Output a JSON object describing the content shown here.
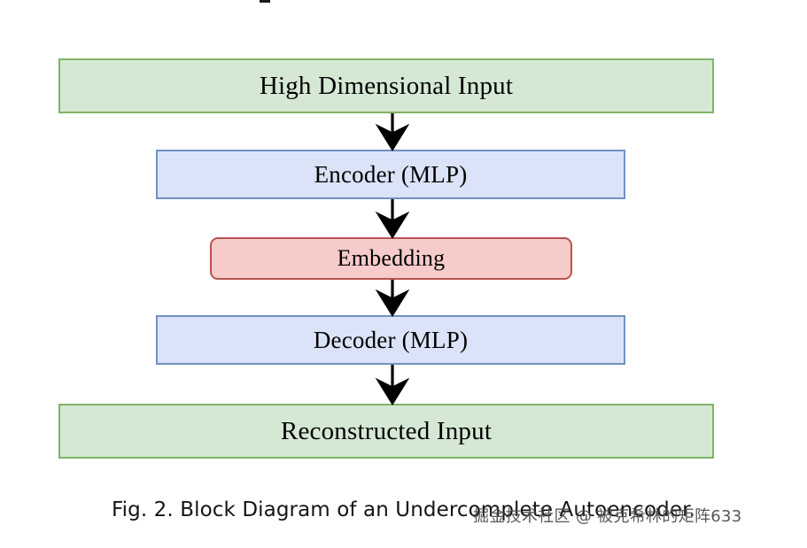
{
  "figure": {
    "type": "block-diagram",
    "title": "Undercomplete Autoencoder block diagram",
    "caption": "Fig. 2.  Block Diagram of an Undercomplete Autoencoder.",
    "background_color": "#ffffff",
    "nodes": [
      {
        "id": "high-dimensional-input",
        "label": "High Dimensional Input",
        "shape": "rectangle",
        "fill": "#d5e8d4",
        "stroke": "#82b366"
      },
      {
        "id": "encoder",
        "label": "Encoder (MLP)",
        "shape": "rectangle",
        "fill": "#dae3f7",
        "stroke": "#7291c4"
      },
      {
        "id": "embedding",
        "label": "Embedding",
        "shape": "rounded-rectangle",
        "fill": "#f5ccca",
        "stroke": "#b85450"
      },
      {
        "id": "decoder",
        "label": "Decoder (MLP)",
        "shape": "rectangle",
        "fill": "#dae3f7",
        "stroke": "#7291c4"
      },
      {
        "id": "reconstructed-input",
        "label": "Reconstructed Input",
        "shape": "rectangle",
        "fill": "#d5e8d4",
        "stroke": "#82b366"
      }
    ],
    "edges": [
      {
        "from": "high-dimensional-input",
        "to": "encoder",
        "style": "solid-arrow",
        "color": "#000000"
      },
      {
        "from": "encoder",
        "to": "embedding",
        "style": "solid-arrow",
        "color": "#000000"
      },
      {
        "from": "embedding",
        "to": "decoder",
        "style": "solid-arrow",
        "color": "#000000"
      },
      {
        "from": "decoder",
        "to": "reconstructed-input",
        "style": "solid-arrow",
        "color": "#000000"
      }
    ]
  },
  "watermark": {
    "text": "掘金技术社区 @ 被克希林的矩阵633"
  }
}
